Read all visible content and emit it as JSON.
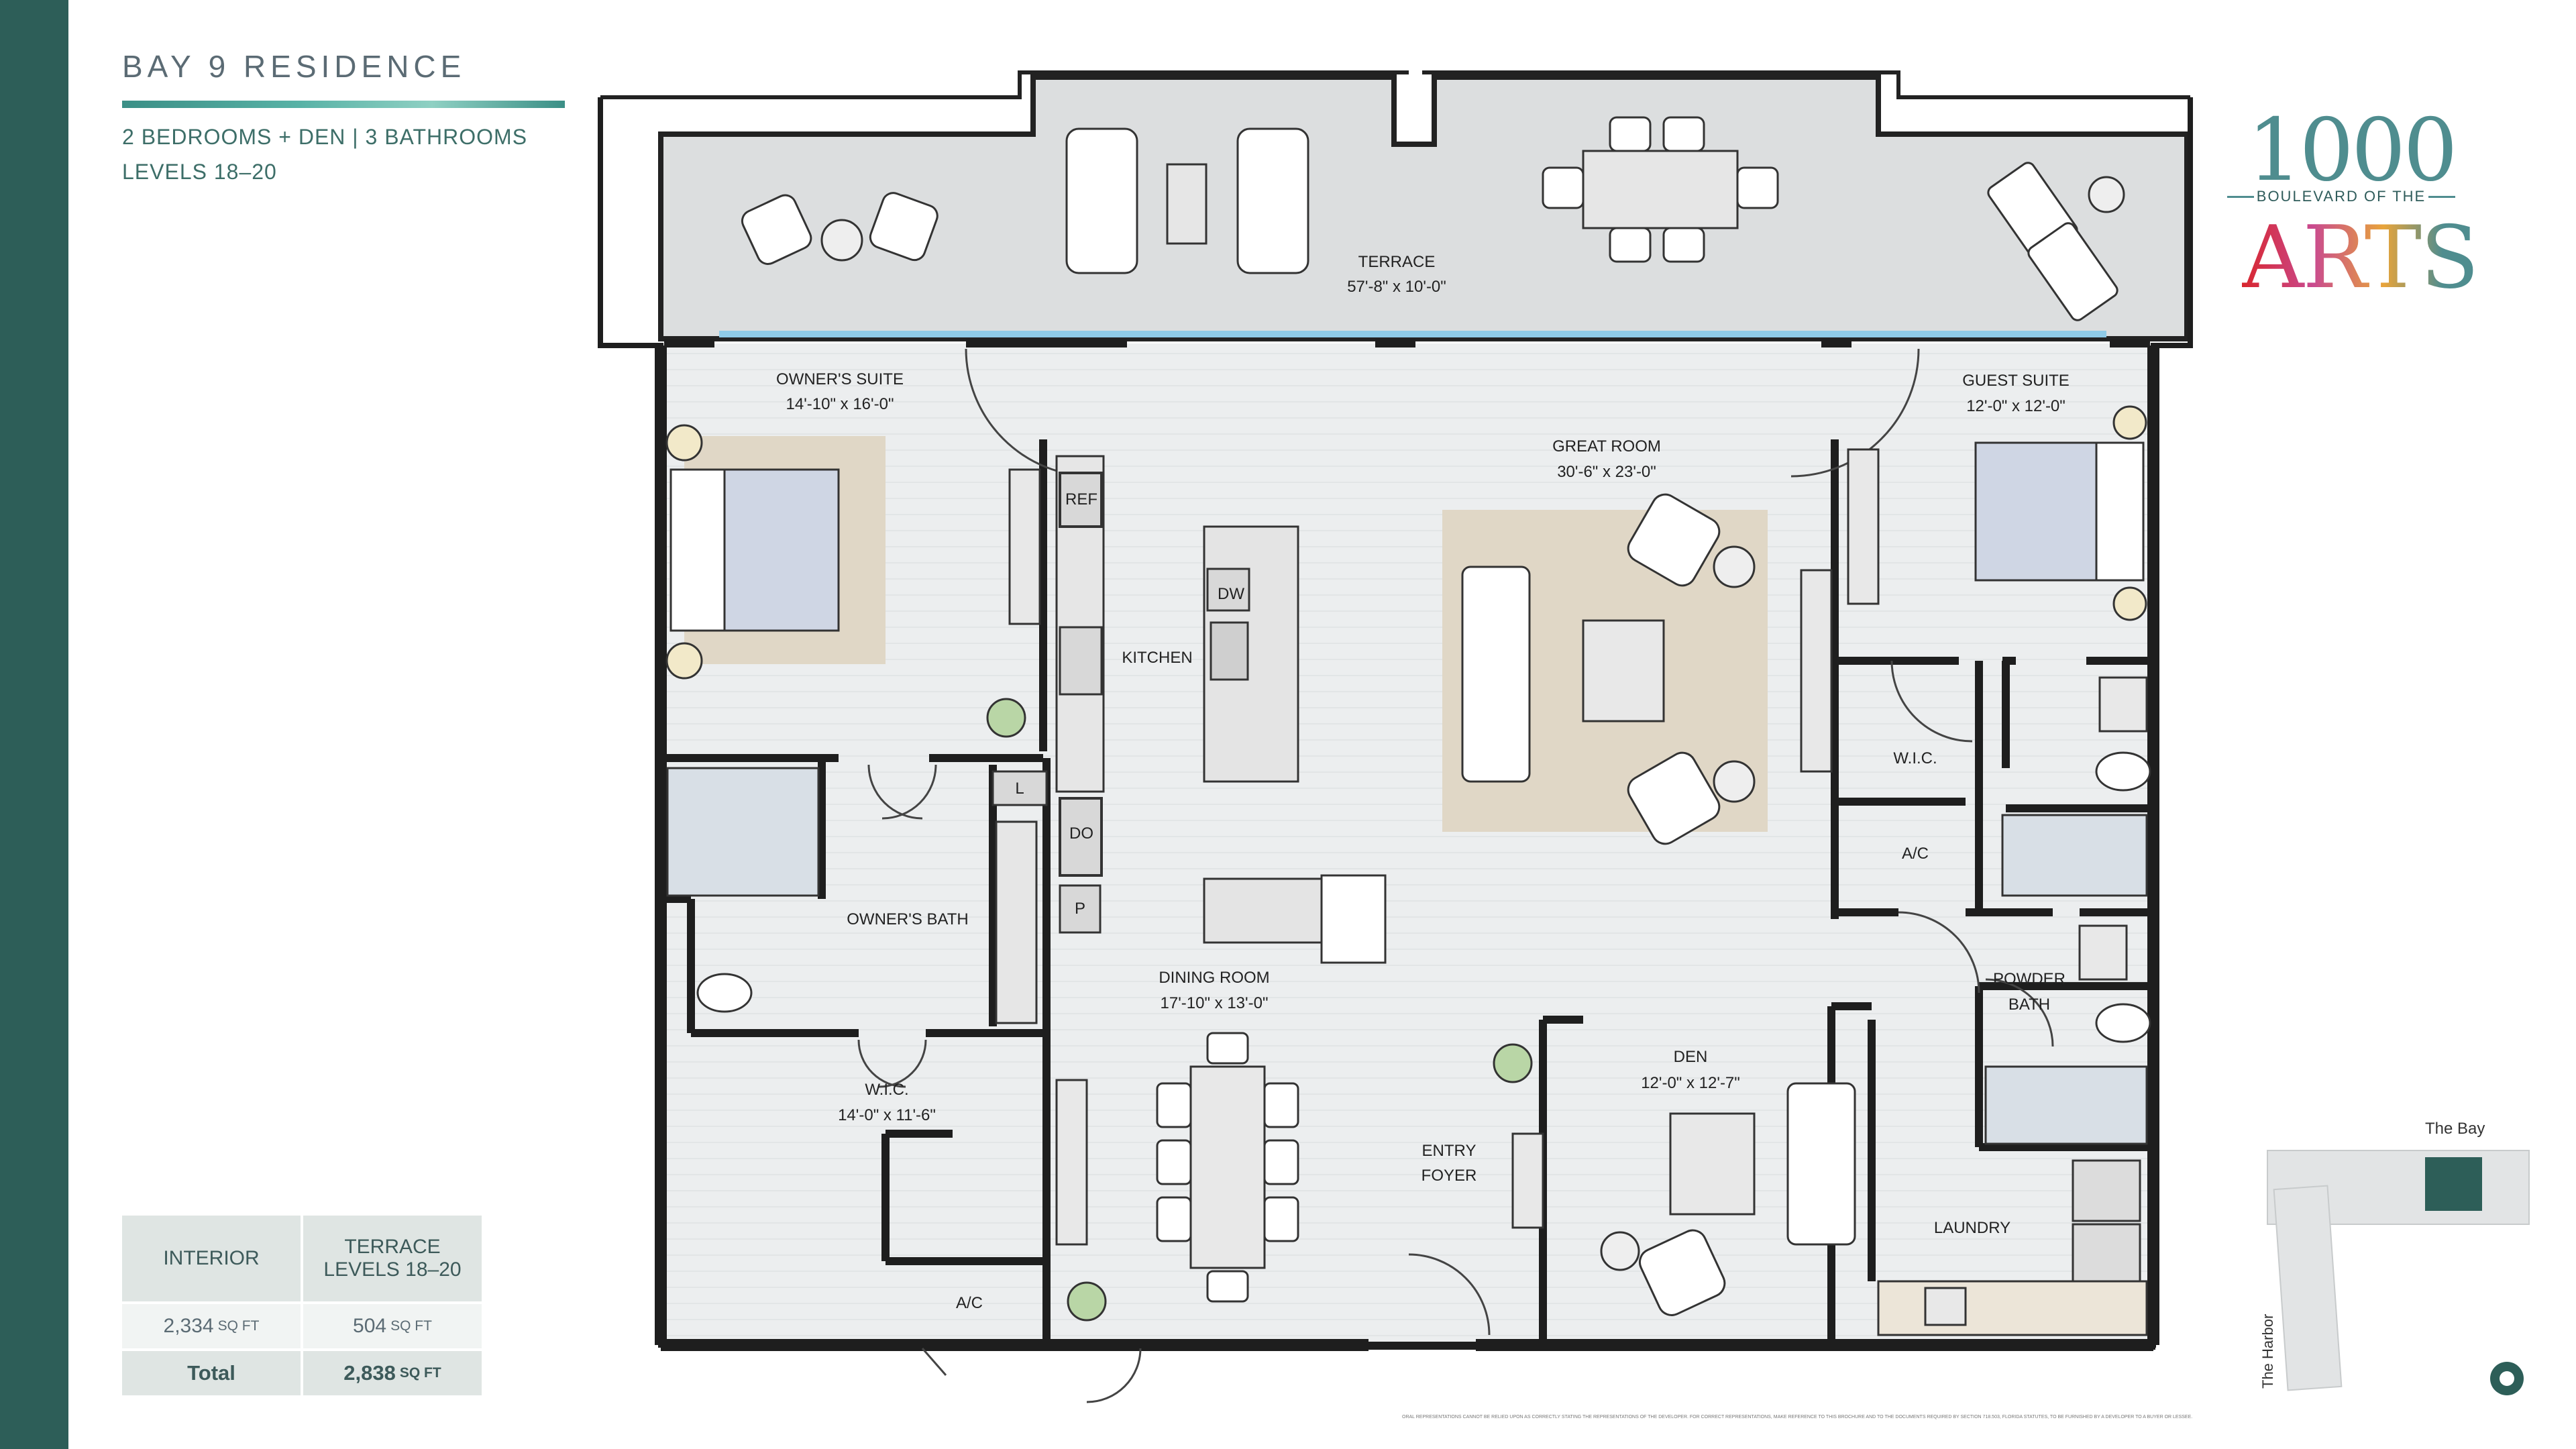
{
  "header": {
    "title": "BAY 9 RESIDENCE",
    "line1": "2 BEDROOMS + DEN  |  3 BATHROOMS",
    "line2": "LEVELS 18–20"
  },
  "logo": {
    "number": "1000",
    "middle": "BOULEVARD OF THE",
    "word": "ARTS",
    "colors": [
      "#d8262e",
      "#c94a8f",
      "#e8a43a",
      "#4f8d8f"
    ]
  },
  "area_table": {
    "col1_header": "INTERIOR",
    "col2_header_line1": "TERRACE",
    "col2_header_line2": "LEVELS 18–20",
    "interior_value": "2,334",
    "terrace_value": "504",
    "unit": "SQ FT",
    "total_label": "Total",
    "total_value": "2,838"
  },
  "rooms": {
    "terrace": {
      "name": "TERRACE",
      "dims": "57'-8\" x 10'-0\""
    },
    "owners_suite": {
      "name": "OWNER'S SUITE",
      "dims": "14'-10\" x 16'-0\""
    },
    "great_room": {
      "name": "GREAT ROOM",
      "dims": "30'-6\" x 23'-0\""
    },
    "guest_suite": {
      "name": "GUEST SUITE",
      "dims": "12'-0\" x 12'-0\""
    },
    "kitchen": {
      "name": "KITCHEN"
    },
    "owners_bath": {
      "name": "OWNER'S BATH"
    },
    "owners_wic": {
      "name": "W.I.C.",
      "dims": "14'-0\" x 11'-6\""
    },
    "guest_wic": {
      "name": "W.I.C."
    },
    "ac_guest": {
      "name": "A/C"
    },
    "ac_owner": {
      "name": "A/C"
    },
    "dining": {
      "name": "DINING ROOM",
      "dims": "17'-10\" x 13'-0\""
    },
    "entry_line1": "ENTRY",
    "entry_line2": "FOYER",
    "den": {
      "name": "DEN",
      "dims": "12'-0\" x 12'-7\""
    },
    "powder_line1": "POWDER",
    "powder_line2": "BATH",
    "laundry": {
      "name": "LAUNDRY"
    }
  },
  "appliances": {
    "ref": "REF",
    "dw": "DW",
    "do": "DO",
    "l": "L",
    "p": "P"
  },
  "keymap": {
    "bay_label": "The Bay",
    "harbor_label": "The Harbor"
  },
  "disclaimer": "ORAL REPRESENTATIONS CANNOT BE RELIED UPON AS CORRECTLY STATING THE REPRESENTATIONS OF THE DEVELOPER. FOR CORRECT REPRESENTATIONS, MAKE REFERENCE TO THIS BROCHURE AND TO THE DOCUMENTS REQUIRED BY SECTION 718.503, FLORIDA STATUTES, TO BE FURNISHED BY A DEVELOPER TO A BUYER OR LESSEE."
}
